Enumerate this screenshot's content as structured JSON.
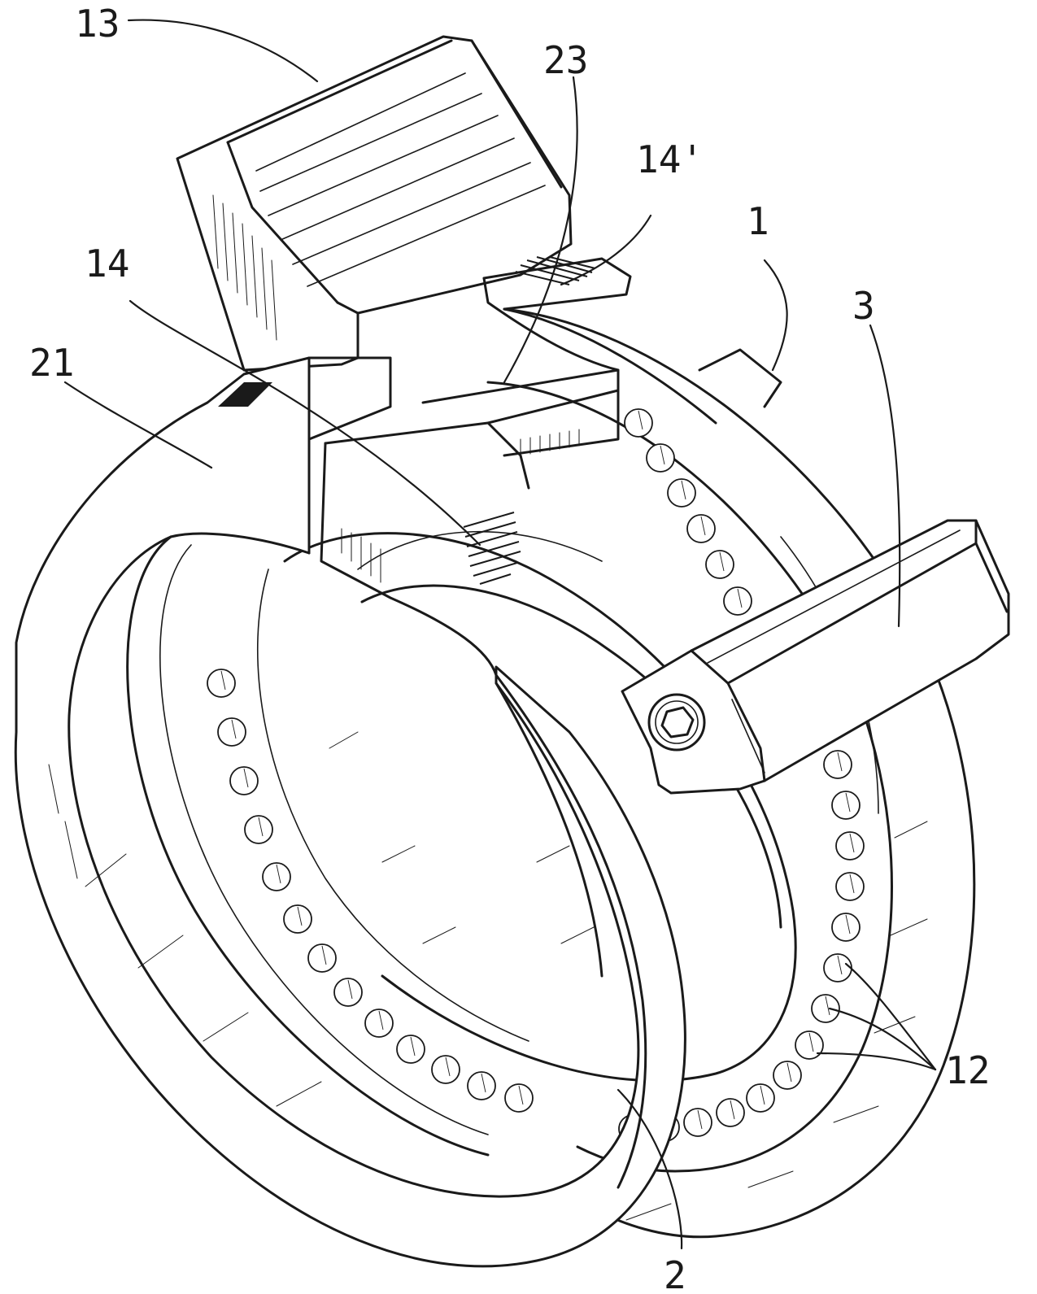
{
  "figure": {
    "labels": [
      {
        "id": "13",
        "text": "13"
      },
      {
        "id": "23",
        "text": "23"
      },
      {
        "id": "14p",
        "text": "14'"
      },
      {
        "id": "1",
        "text": "1"
      },
      {
        "id": "14",
        "text": "14"
      },
      {
        "id": "21",
        "text": "21"
      },
      {
        "id": "3",
        "text": "3"
      },
      {
        "id": "12",
        "text": "12"
      },
      {
        "id": "2",
        "text": "2"
      }
    ]
  }
}
